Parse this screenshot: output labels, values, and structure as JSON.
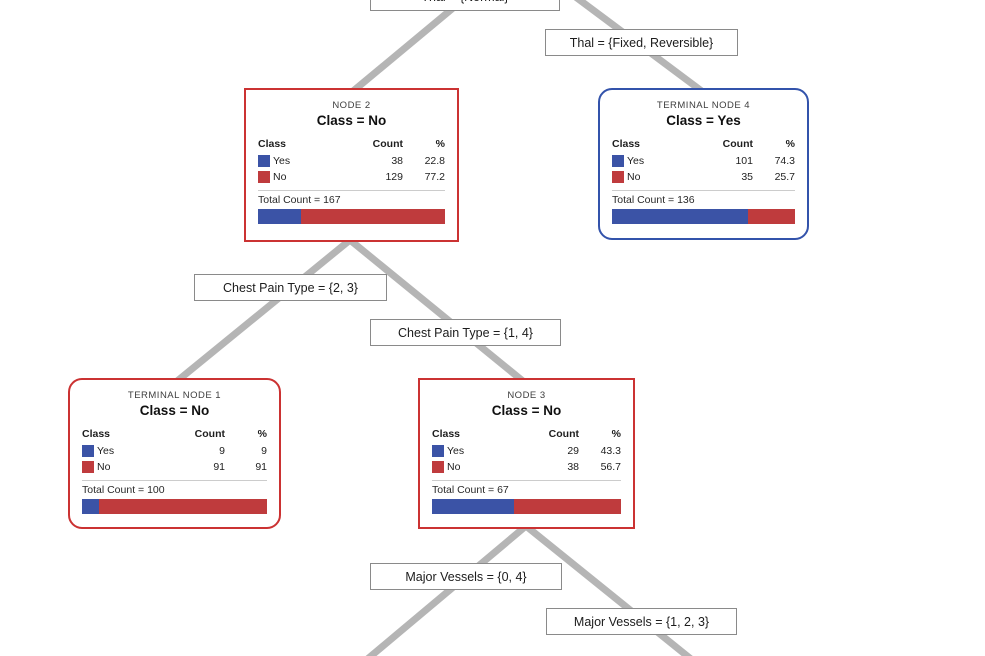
{
  "colors": {
    "class_yes": "#3b53a6",
    "class_no": "#bf3b3d",
    "node_border_red": "#cb3232",
    "node_border_blue": "#3353ab",
    "connector_gray": "#b5b5b5"
  },
  "edge_labels": {
    "root_left": "Thal = {Normal}",
    "root_right": "Thal = {Fixed, Reversible}",
    "node2_left": "Chest Pain Type = {2, 3}",
    "node2_right": "Chest Pain Type = {1, 4}",
    "node3_left": "Major Vessels = {0, 4}",
    "node3_right": "Major Vessels = {1, 2, 3}"
  },
  "table_headers": {
    "class": "Class",
    "count": "Count",
    "pct": "%"
  },
  "nodes": [
    {
      "title": "NODE 2",
      "class_label": "Class = No",
      "rows": [
        {
          "name": "Yes",
          "count": "38",
          "pct": "22.8"
        },
        {
          "name": "No",
          "count": "129",
          "pct": "77.2"
        }
      ],
      "total": "Total Count = 167",
      "yes_pct": 22.8,
      "no_pct": 77.2
    },
    {
      "title": "TERMINAL NODE 4",
      "class_label": "Class = Yes",
      "rows": [
        {
          "name": "Yes",
          "count": "101",
          "pct": "74.3"
        },
        {
          "name": "No",
          "count": "35",
          "pct": "25.7"
        }
      ],
      "total": "Total Count = 136",
      "yes_pct": 74.3,
      "no_pct": 25.7
    },
    {
      "title": "TERMINAL NODE 1",
      "class_label": "Class = No",
      "rows": [
        {
          "name": "Yes",
          "count": "9",
          "pct": "9"
        },
        {
          "name": "No",
          "count": "91",
          "pct": "91"
        }
      ],
      "total": "Total Count = 100",
      "yes_pct": 9,
      "no_pct": 91
    },
    {
      "title": "NODE 3",
      "class_label": "Class = No",
      "rows": [
        {
          "name": "Yes",
          "count": "29",
          "pct": "43.3"
        },
        {
          "name": "No",
          "count": "38",
          "pct": "56.7"
        }
      ],
      "total": "Total Count = 67",
      "yes_pct": 43.3,
      "no_pct": 56.7
    }
  ]
}
